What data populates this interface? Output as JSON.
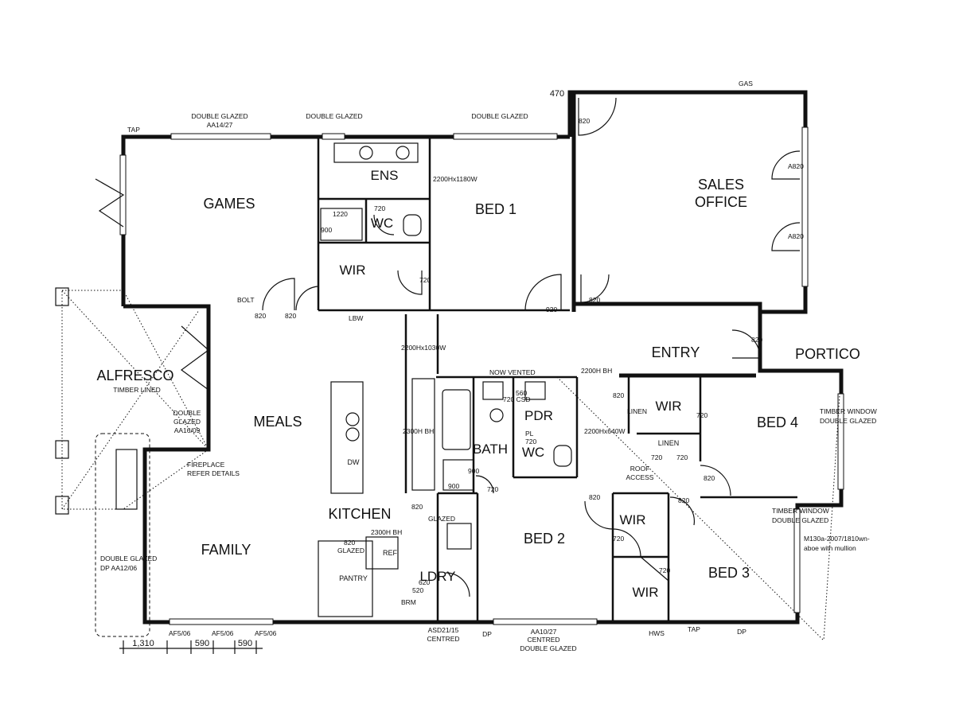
{
  "rooms": {
    "games": "GAMES",
    "ens": "ENS",
    "bed1": "BED 1",
    "sales_office_1": "SALES",
    "sales_office_2": "OFFICE",
    "alfresco": "ALFRESCO",
    "meals": "MEALS",
    "kitchen": "KITCHEN",
    "family": "FAMILY",
    "entry": "ENTRY",
    "portico": "PORTICO",
    "bed4": "BED 4",
    "bed2": "BED 2",
    "bed3": "BED 3",
    "pdr": "PDR",
    "bath": "BATH",
    "wc_ens": "WC",
    "wc_bath": "WC",
    "wir_ens": "WIR",
    "wir_bed4": "WIR",
    "wir_bed2": "WIR",
    "wir_bed3": "WIR",
    "ldry": "LDRY"
  },
  "annotations": {
    "double_glazed": "DOUBLE GLAZED",
    "double_glazed_2": "DOUBLE GLAZED",
    "double_glazed_3": "DOUBLE GLAZED",
    "aa14_27": "AA14/27",
    "tap_top": "TAP",
    "gas": "GAS",
    "dim_470": "470",
    "timber_lined": "TIMBER LINED",
    "double": "DOUBLE",
    "glazed": "GLAZED",
    "aa16_09": "AA16/09",
    "fireplace": "FIREPLACE",
    "refer_details": "REFER DETAILS",
    "bolt": "BOLT",
    "lbw": "LBW",
    "d820_a": "820",
    "d820_b": "820",
    "d820_ens": "820",
    "d920": "920",
    "d820_so": "820",
    "a820_1": "A820",
    "a820_2": "A820",
    "d820_entry": "820",
    "d720_wc": "720",
    "d720_wir": "720",
    "d1220": "1220",
    "d900": "900",
    "ens_head": "2200Hx1180W",
    "meals_head": "2200Hx1030W",
    "entry_head": "2200H BH",
    "k_2300bh": "2300H BH",
    "k_2300bh2": "2300H BH",
    "bath_720csd": "720 CSD",
    "now_vented": "NOW VENTED",
    "d560": "560",
    "pl": "PL",
    "d720_pl": "720",
    "pdr_head": "2200Hx640W",
    "d820_bed4a": "820",
    "linen_a": "LINEN",
    "linen_b": "LINEN",
    "d720_b4": "720",
    "d720_l1": "720",
    "d720_l2": "720",
    "roof_access_1": "ROOF",
    "roof_access_2": "ACCESS",
    "d820_b4b": "820",
    "d820_b3": "820",
    "d820_b2": "820",
    "d720_b2wir": "720",
    "d720_b3wir": "720",
    "d720_bath": "720",
    "d900_bath": "900",
    "d900_shower": "900",
    "d820_glazed": "820",
    "k_glazed": "GLAZED",
    "d820_pantry": "820",
    "pantry_glazed": "GLAZED",
    "ref": "REF",
    "pantry": "PANTRY",
    "dw": "DW",
    "brm": "BRM",
    "d520": "520",
    "d620": "620",
    "timber_window": "TIMBER WINDOW",
    "tw_double_glazed": "DOUBLE GLAZED",
    "timber_window_2": "TIMBER WINDOW",
    "tw_double_glazed_2": "DOUBLE GLAZED",
    "m_note_1": "M130a-2007/1810wn-",
    "m_note_2": "aboe with mullion",
    "dp_left_1": "DOUBLE GLAZED",
    "dp_left_2": "DP AA12/06",
    "af506_1": "AF5/06",
    "af506_2": "AF5/06",
    "af506_3": "AF5/06",
    "dim_1310": "1,310",
    "dim_590_1": "590",
    "dim_590_2": "590",
    "asd": "ASD21/15",
    "centred_1": "CENTRED",
    "dp_mid": "DP",
    "aa10_27": "AA10/27",
    "centred_2": "CENTRED",
    "double_glazed_bottom": "DOUBLE GLAZED",
    "hws": "HWS",
    "tap_bottom": "TAP",
    "dp_right": "DP"
  }
}
